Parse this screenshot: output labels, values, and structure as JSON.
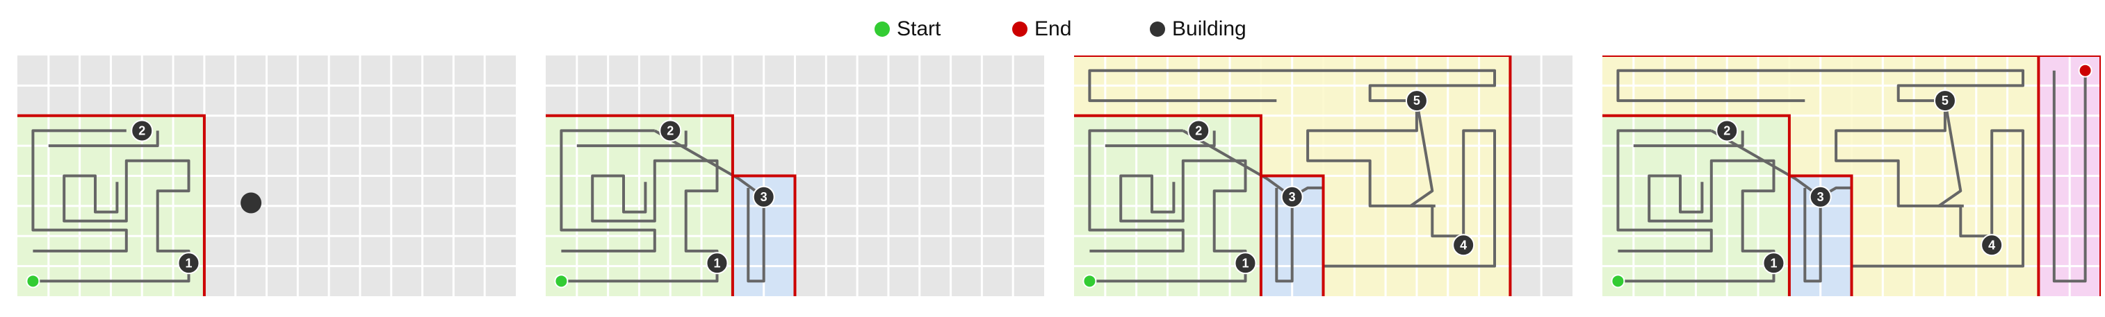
{
  "legend": {
    "start_label": "Start",
    "end_label": "End",
    "building_label": "Building"
  },
  "colors": {
    "background_grid": "#e6e6e6",
    "grid_line": "#ffffff",
    "start": "#33cc33",
    "end": "#cc0000",
    "building": "#333333",
    "boundary": "#cc0000",
    "path": "#666666",
    "region_1": "#e4f8d0",
    "region_3": "#cfe2f8",
    "region_4": "#fbf8c8",
    "region_6": "#f8d0f3"
  },
  "grid": {
    "cols": 16,
    "rows": 8
  },
  "waypoints": {
    "w1": "1",
    "w2": "2",
    "w3": "3",
    "w4": "4",
    "w5": "5"
  },
  "panels": [
    {
      "id": "panel-1",
      "stage": 1,
      "shows_building": true
    },
    {
      "id": "panel-2",
      "stage": 2,
      "shows_building": false
    },
    {
      "id": "panel-3",
      "stage": 3,
      "shows_building": false
    },
    {
      "id": "panel-4",
      "stage": 4,
      "shows_building": false
    }
  ]
}
